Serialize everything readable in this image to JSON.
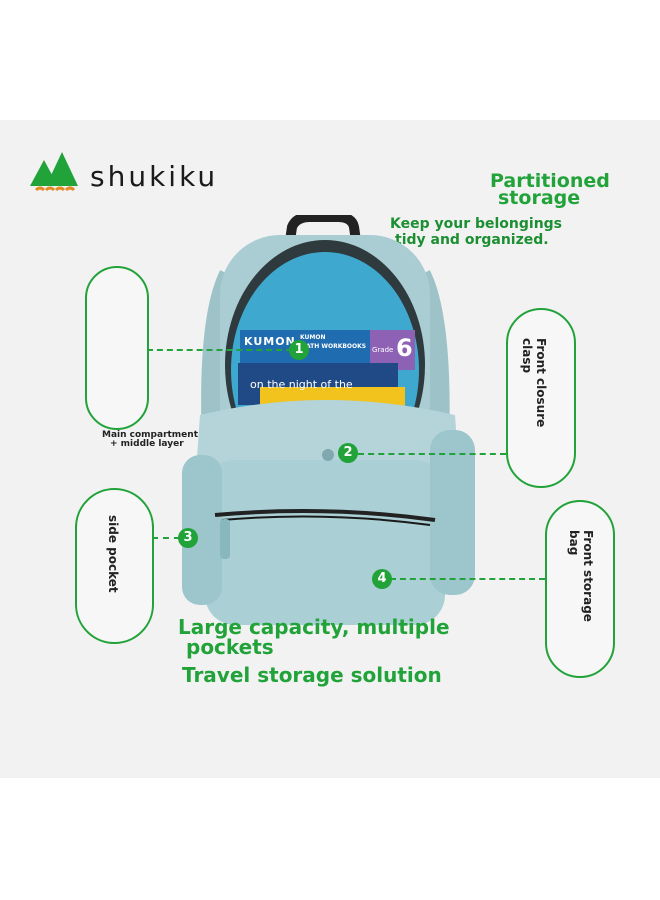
{
  "brand": {
    "name": "shukiku",
    "logo_color": "#21a339"
  },
  "headline": {
    "title_line1": "Partitioned",
    "title_line2": "storage",
    "subtitle_line1": "Keep your belongings",
    "subtitle_line2": "tidy and organized."
  },
  "callouts": [
    {
      "number": "1",
      "label_line1": "Main compartment",
      "label_line2": "+ middle layer"
    },
    {
      "number": "2",
      "label": "Front closure clasp"
    },
    {
      "number": "3",
      "label": "side pocket"
    },
    {
      "number": "4",
      "label": "Front storage bag"
    }
  ],
  "bottom": {
    "line1": "Large capacity, multiple",
    "line2": "pockets",
    "line3": "Travel storage solution"
  },
  "books": {
    "kumon_logo": "KUMON",
    "kumon_series_line1": "KUMON",
    "kumon_series_line2": "MATH WORKBOOKS",
    "grade_label": "Grade",
    "grade_number": "6",
    "story_title": "on the night of the"
  },
  "colors": {
    "accent": "#21a339",
    "bag": "#a9cdd3",
    "lining": "#3fa8cf",
    "background": "#f2f2f2"
  }
}
